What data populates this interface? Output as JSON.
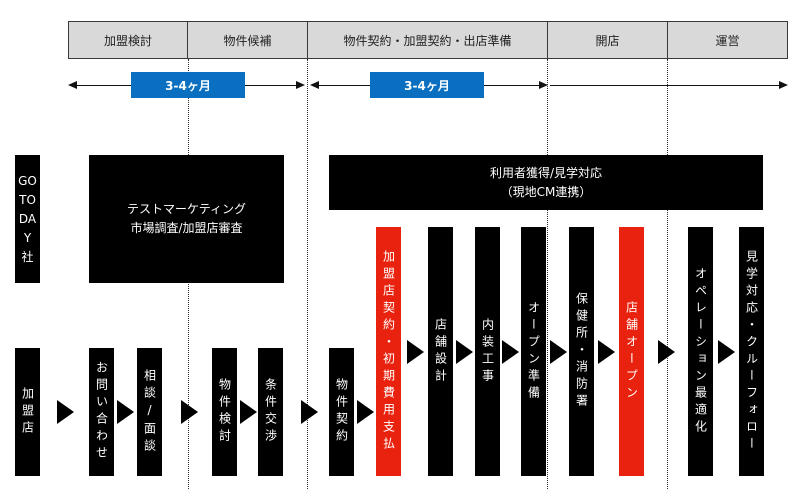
{
  "phases": [
    {
      "label": "加盟検討"
    },
    {
      "label": "物件候補"
    },
    {
      "label": "物件契約・加盟契約・出店準備"
    },
    {
      "label": "開店"
    },
    {
      "label": "運営"
    }
  ],
  "durations": [
    {
      "label": "3-4ヶ月"
    },
    {
      "label": "3-4ヶ月"
    }
  ],
  "actors": {
    "company": {
      "lines": [
        "GO",
        "TO",
        "DA",
        "Y",
        "社"
      ]
    },
    "franchisee": {
      "label": "加盟店"
    }
  },
  "company_tasks": {
    "test_marketing": {
      "line1": "テストマーケティング",
      "line2": "市場調査/加盟店審査"
    },
    "user_acquisition": {
      "line1": "利用者獲得/見学対応",
      "line2": "（現地CM連携）"
    }
  },
  "steps": [
    {
      "label": "お問い合わせ",
      "highlight": false
    },
    {
      "label": "相談/面談",
      "highlight": false
    },
    {
      "label": "物件検討",
      "highlight": false
    },
    {
      "label": "条件交渉",
      "highlight": false
    },
    {
      "label": "物件契約",
      "highlight": false
    },
    {
      "label": "加盟店契約・初期費用支払",
      "highlight": true
    },
    {
      "label": "店舗設計",
      "highlight": false
    },
    {
      "label": "内装工事",
      "highlight": false
    },
    {
      "label": "オープン準備",
      "highlight": false
    },
    {
      "label": "保健所・消防署",
      "highlight": false
    },
    {
      "label": "店舗オープン",
      "highlight": true
    },
    {
      "label": "オペレーション最適化",
      "highlight": false
    },
    {
      "label": "見学対応・クルーフォロー",
      "highlight": false
    }
  ],
  "colors": {
    "phase_bg": "#d9d9d9",
    "duration_bg": "#0a6fc0",
    "highlight": "#e8220e",
    "box": "#000000"
  }
}
